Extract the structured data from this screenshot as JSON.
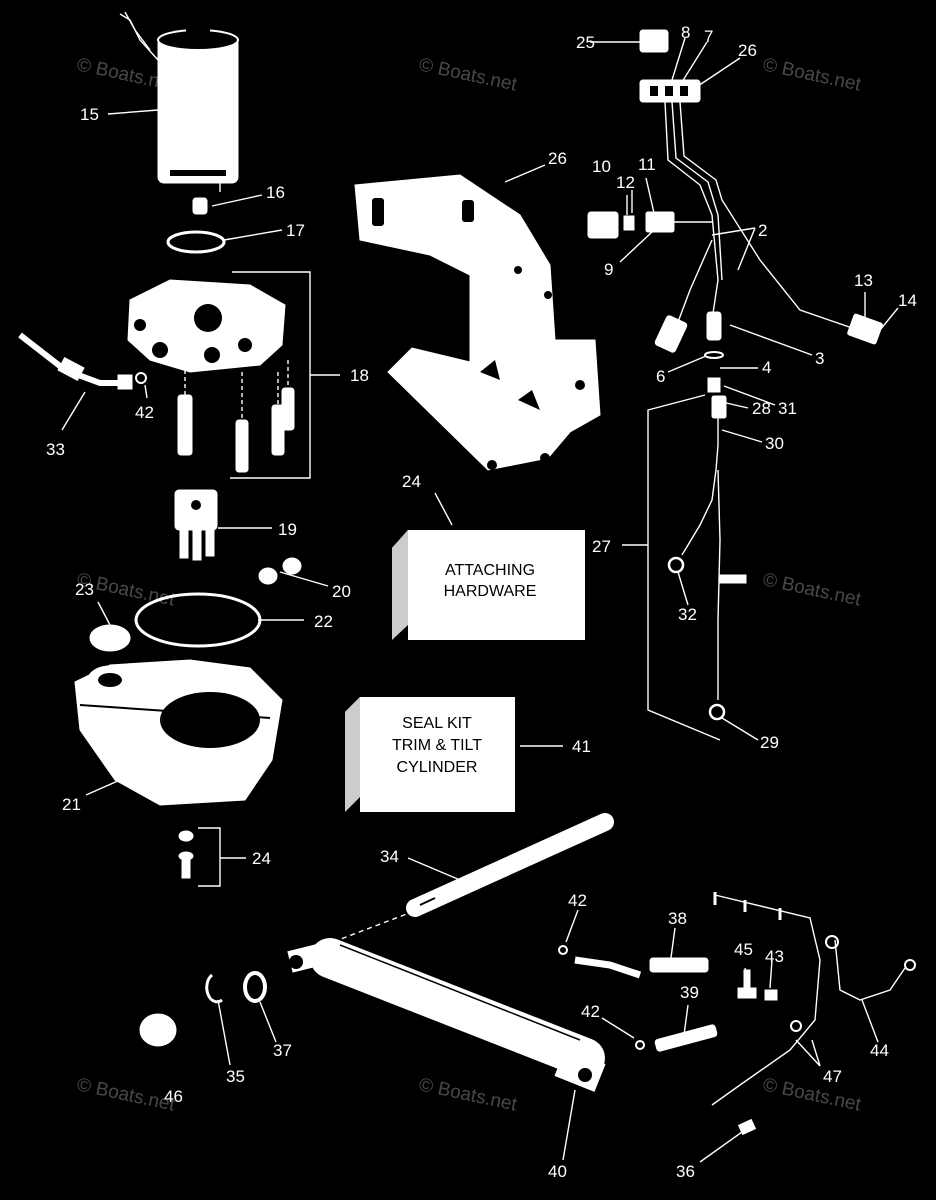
{
  "watermark": "© Boats.net",
  "boxes": {
    "attaching_hardware": [
      "ATTACHING",
      "HARDWARE"
    ],
    "seal_kit": [
      "SEAL KIT",
      "TRIM & TILT",
      "CYLINDER"
    ]
  },
  "callouts": {
    "c25": "25",
    "c8": "8",
    "c7": "7",
    "c26a": "26",
    "c15": "15",
    "c16": "16",
    "c17": "17",
    "c26b": "26",
    "c10": "10",
    "c11": "11",
    "c12": "12",
    "c9": "9",
    "c2": "2",
    "c13": "13",
    "c14": "14",
    "c3": "3",
    "c4": "4",
    "c6": "6",
    "c28": "28",
    "c31": "31",
    "c30": "30",
    "c18": "18",
    "c33": "33",
    "c42a": "42",
    "c24a": "24",
    "c19": "19",
    "c27": "27",
    "c32": "32",
    "c20": "20",
    "c23": "23",
    "c22": "22",
    "c41": "41",
    "c29": "29",
    "c21": "21",
    "c24b": "24",
    "c34": "34",
    "c42b": "42",
    "c38": "38",
    "c45": "45",
    "c43": "43",
    "c39": "39",
    "c42c": "42",
    "c44": "44",
    "c37": "37",
    "c35": "35",
    "c46": "46",
    "c47": "47",
    "c40": "40",
    "c36": "36"
  }
}
